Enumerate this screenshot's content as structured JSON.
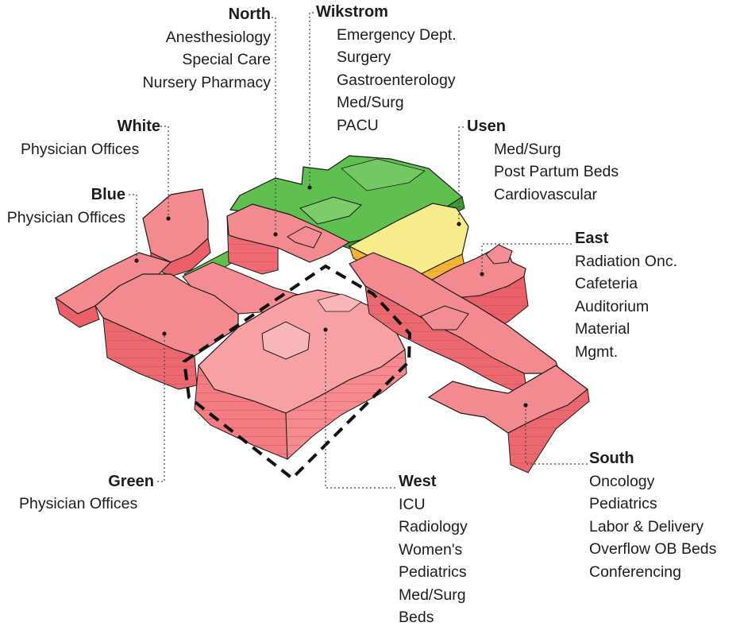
{
  "buildings": {
    "north": {
      "name": "North",
      "departments": [
        "Anesthesiology",
        "Special Care",
        "Nursery  Pharmacy"
      ]
    },
    "wikstrom": {
      "name": "Wikstrom",
      "departments": [
        "Emergency Dept.",
        "Surgery",
        "Gastroenterology",
        "Med/Surg",
        "PACU"
      ]
    },
    "white": {
      "name": "White",
      "departments": [
        "Physician Offices"
      ]
    },
    "usen": {
      "name": "Usen",
      "departments": [
        "Med/Surg",
        "Post Partum Beds",
        "Cardiovascular"
      ]
    },
    "blue": {
      "name": "Blue",
      "departments": [
        "Physician Offices"
      ]
    },
    "east": {
      "name": "East",
      "departments": [
        "Radiation Onc.",
        "Cafeteria",
        "Auditorium",
        "Material",
        "Mgmt."
      ]
    },
    "green": {
      "name": "Green",
      "departments": [
        "Physician Offices"
      ]
    },
    "west": {
      "name": "West",
      "departments": [
        "ICU",
        "Radiology",
        "Women's",
        "Pediatrics",
        "Med/Surg",
        "Beds"
      ]
    },
    "south": {
      "name": "South",
      "departments": [
        "Oncology",
        "Pediatrics",
        "Labor & Delivery",
        "Overflow OB Beds",
        "Conferencing"
      ]
    }
  },
  "colors": {
    "red_building": "#f2727a",
    "green_building": "#5cb54c",
    "yellow_building": "#f6ec8c",
    "outline": "#1a1a1a",
    "leader": "#444444",
    "highlight_dash": "#111111"
  }
}
